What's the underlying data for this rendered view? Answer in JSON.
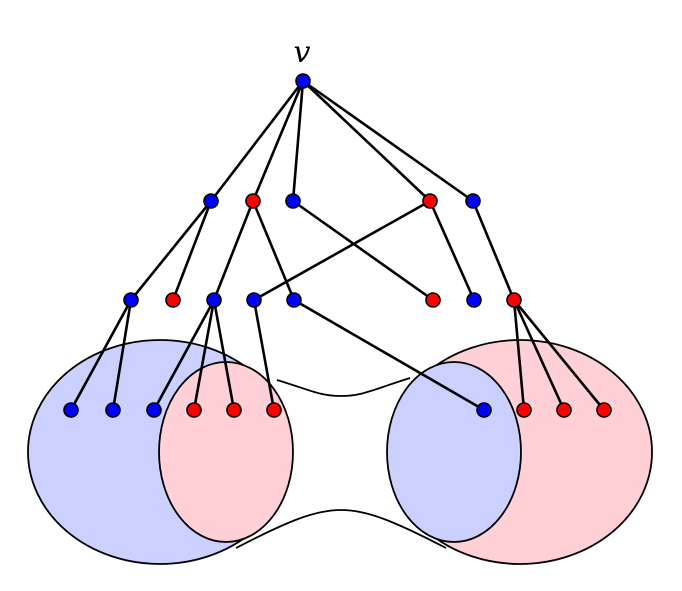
{
  "root_label": "v",
  "colors": {
    "blue_node": "#0000ff",
    "red_node": "#ff0000",
    "blue_region": "#ccd0ff",
    "red_region": "#ffd0d5",
    "line": "#000000"
  },
  "graph": {
    "nodes": [
      {
        "id": "v",
        "color": "blue"
      },
      {
        "id": "a1",
        "color": "blue"
      },
      {
        "id": "a2",
        "color": "red"
      },
      {
        "id": "a3",
        "color": "blue"
      },
      {
        "id": "a4",
        "color": "red"
      },
      {
        "id": "a5",
        "color": "blue"
      },
      {
        "id": "b1",
        "color": "blue"
      },
      {
        "id": "b2",
        "color": "red"
      },
      {
        "id": "b3",
        "color": "blue"
      },
      {
        "id": "b4",
        "color": "blue"
      },
      {
        "id": "b5",
        "color": "blue"
      },
      {
        "id": "b6",
        "color": "red"
      },
      {
        "id": "b7",
        "color": "blue"
      },
      {
        "id": "b8",
        "color": "red"
      },
      {
        "id": "c1",
        "color": "blue"
      },
      {
        "id": "c2",
        "color": "blue"
      },
      {
        "id": "c3",
        "color": "blue"
      },
      {
        "id": "c4",
        "color": "red"
      },
      {
        "id": "c5",
        "color": "red"
      },
      {
        "id": "c6",
        "color": "red"
      },
      {
        "id": "c7",
        "color": "blue"
      },
      {
        "id": "c8",
        "color": "red"
      },
      {
        "id": "c9",
        "color": "red"
      },
      {
        "id": "c10",
        "color": "red"
      }
    ],
    "edges": [
      [
        "v",
        "a1"
      ],
      [
        "v",
        "a2"
      ],
      [
        "v",
        "a3"
      ],
      [
        "v",
        "a4"
      ],
      [
        "v",
        "a5"
      ],
      [
        "a1",
        "b1"
      ],
      [
        "a1",
        "b2"
      ],
      [
        "a2",
        "b3"
      ],
      [
        "a2",
        "b5"
      ],
      [
        "a3",
        "b6"
      ],
      [
        "a4",
        "b4"
      ],
      [
        "a4",
        "b7"
      ],
      [
        "a5",
        "b8"
      ],
      [
        "b1",
        "c1"
      ],
      [
        "b1",
        "c2"
      ],
      [
        "b3",
        "c3"
      ],
      [
        "b3",
        "c4"
      ],
      [
        "b3",
        "c5"
      ],
      [
        "b4",
        "c6"
      ],
      [
        "b5",
        "c7"
      ],
      [
        "b8",
        "c8"
      ],
      [
        "b8",
        "c9"
      ],
      [
        "b8",
        "c10"
      ]
    ]
  }
}
